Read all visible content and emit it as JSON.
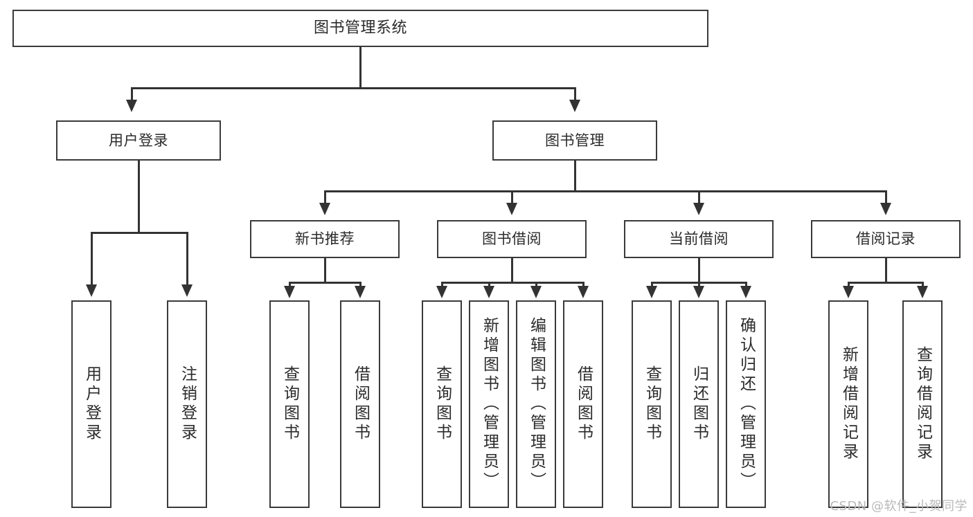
{
  "diagram": {
    "title": "图书管理系统",
    "type": "hierarchy-tree",
    "watermark": "CSDN @软件_小贺同学",
    "colors": {
      "background": "#ffffff",
      "box_border": "#3a3a3a",
      "connector": "#333333",
      "text": "#2b2b2b",
      "watermark": "#b9b9b9"
    },
    "root": {
      "label": "图书管理系统"
    },
    "level2": [
      {
        "id": "user-login",
        "label": "用户登录"
      },
      {
        "id": "book-management",
        "label": "图书管理"
      }
    ],
    "level3": [
      {
        "id": "new-book-recommend",
        "label": "新书推荐"
      },
      {
        "id": "book-borrow",
        "label": "图书借阅"
      },
      {
        "id": "current-borrow",
        "label": "当前借阅"
      },
      {
        "id": "borrow-record",
        "label": "借阅记录"
      }
    ],
    "leaves": {
      "user_login": [
        {
          "id": "leaf-user-login",
          "label": "用户登录"
        },
        {
          "id": "leaf-logout",
          "label": "注销登录"
        }
      ],
      "new_book_recommend": [
        {
          "id": "leaf-query-book-1",
          "label": "查询图书"
        },
        {
          "id": "leaf-borrow-book-1",
          "label": "借阅图书"
        }
      ],
      "book_borrow": [
        {
          "id": "leaf-query-book-2",
          "label": "查询图书"
        },
        {
          "id": "leaf-add-book",
          "label": "新增图书（管理员）"
        },
        {
          "id": "leaf-edit-book",
          "label": "编辑图书（管理员）"
        },
        {
          "id": "leaf-borrow-book-2",
          "label": "借阅图书"
        }
      ],
      "current_borrow": [
        {
          "id": "leaf-query-book-3",
          "label": "查询图书"
        },
        {
          "id": "leaf-return-book",
          "label": "归还图书"
        },
        {
          "id": "leaf-confirm-return",
          "label": "确认归还（管理员）"
        }
      ],
      "borrow_record": [
        {
          "id": "leaf-add-record",
          "label": "新增借阅记录"
        },
        {
          "id": "leaf-query-record",
          "label": "查询借阅记录"
        }
      ]
    }
  }
}
